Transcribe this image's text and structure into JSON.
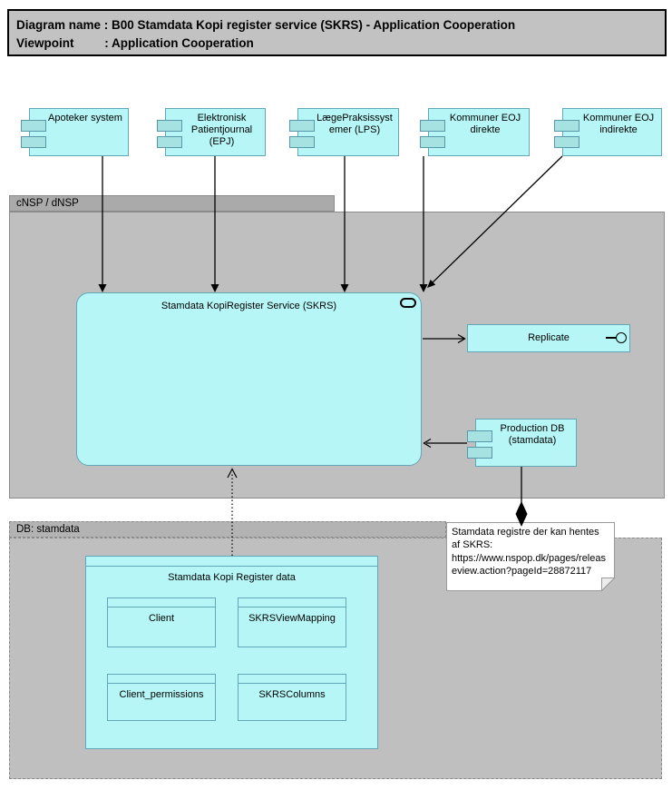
{
  "title": {
    "line1": "Diagram name : B00 Stamdata Kopi register service (SKRS) - Application Cooperation",
    "line2": "Viewpoint         : Application Cooperation"
  },
  "groups": {
    "cnsp": {
      "label": "cNSP / dNSP"
    },
    "db": {
      "label": "DB: stamdata"
    }
  },
  "components": {
    "apoteker": {
      "label": "Apoteker system"
    },
    "epj": {
      "label": "Elektronisk Patientjournal (EPJ)"
    },
    "lps": {
      "label": "LægePraksissystemer (LPS)"
    },
    "kommuner_eoj_direkte": {
      "label": "Kommuner EOJ direkte"
    },
    "kommuner_eoj_indirekte": {
      "label": "Kommuner EOJ indirekte"
    },
    "production_db": {
      "label": "Production DB (stamdata)"
    }
  },
  "services": {
    "skrs": {
      "label": "Stamdata KopiRegister Service (SKRS)"
    },
    "replicate": {
      "label": "Replicate"
    }
  },
  "data_objects": {
    "container": {
      "label": "Stamdata Kopi Register data"
    },
    "client": {
      "label": "Client"
    },
    "skrs_view_mapping": {
      "label": "SKRSViewMapping"
    },
    "client_permissions": {
      "label": "Client_permissions"
    },
    "skrs_columns": {
      "label": "SKRSColumns"
    }
  },
  "note": {
    "text": "Stamdata registre der kan hentes af SKRS: https://www.nspop.dk/pages/releaseview.action?pageId=28872117"
  },
  "colors": {
    "component_fill": "#B6F6F6",
    "component_border": "#62A7B7",
    "component_icon_fill": "#A6E2E2",
    "group_body": "#BFBFBF",
    "group_tab": "#AAAAAA",
    "titlebar_fill": "#C2C2C2",
    "note_fill": "#FFFFFF",
    "line_color": "#000000"
  }
}
